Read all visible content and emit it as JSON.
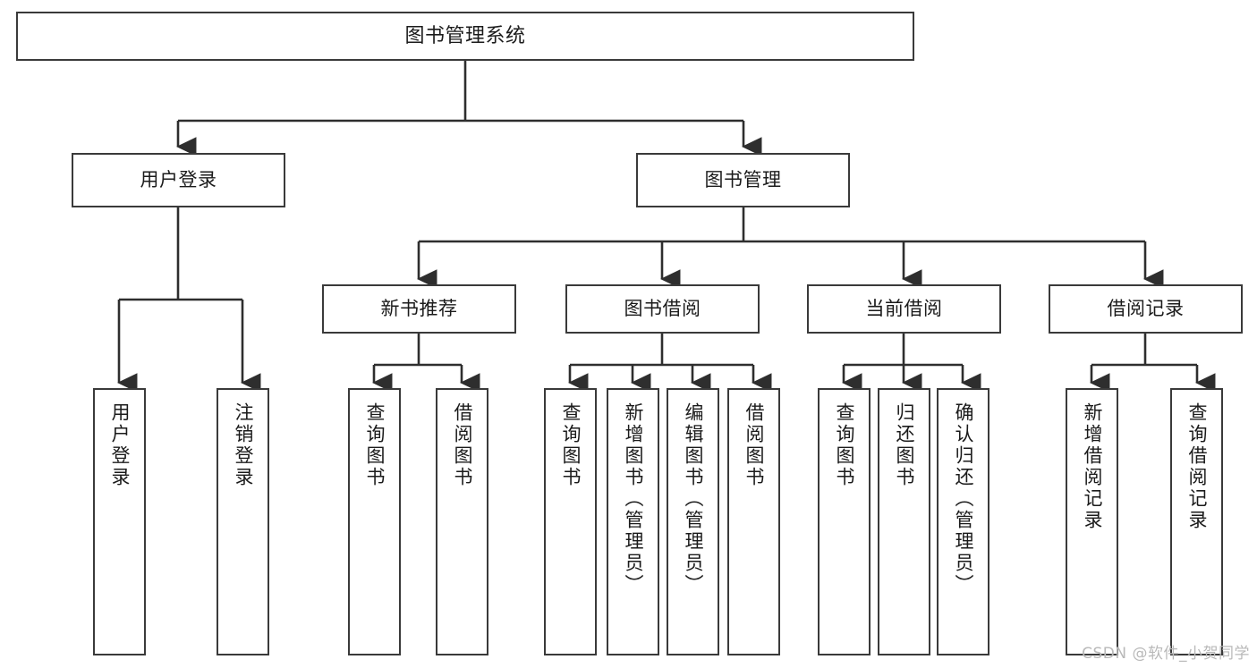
{
  "diagram": {
    "title": "图书管理系统",
    "type": "tree",
    "watermark": "CSDN @软件_小贺同学",
    "colors": {
      "background": "#ffffff",
      "box_stroke": "#3a3a3a",
      "box_fill": "#ffffff",
      "edge": "#2e2e2e",
      "text": "#1b1b1b",
      "watermark": "#b9b9b9"
    },
    "nodes": {
      "root": {
        "label": "图书管理系统"
      },
      "level2": [
        {
          "label": "用户登录"
        },
        {
          "label": "图书管理"
        }
      ],
      "level3": [
        {
          "label": "新书推荐"
        },
        {
          "label": "图书借阅"
        },
        {
          "label": "当前借阅"
        },
        {
          "label": "借阅记录"
        }
      ],
      "leaves_user_login": [
        {
          "label": "用户登录"
        },
        {
          "label": "注销登录"
        }
      ],
      "leaves_new_book": [
        {
          "label": "查询图书"
        },
        {
          "label": "借阅图书"
        }
      ],
      "leaves_borrow": [
        {
          "label": "查询图书"
        },
        {
          "label": "新增图书（管理员）"
        },
        {
          "label": "编辑图书（管理员）"
        },
        {
          "label": "借阅图书"
        }
      ],
      "leaves_current": [
        {
          "label": "查询图书"
        },
        {
          "label": "归还图书"
        },
        {
          "label": "确认归还（管理员）"
        }
      ],
      "leaves_records": [
        {
          "label": "新增借阅记录"
        },
        {
          "label": "查询借阅记录"
        }
      ]
    }
  }
}
